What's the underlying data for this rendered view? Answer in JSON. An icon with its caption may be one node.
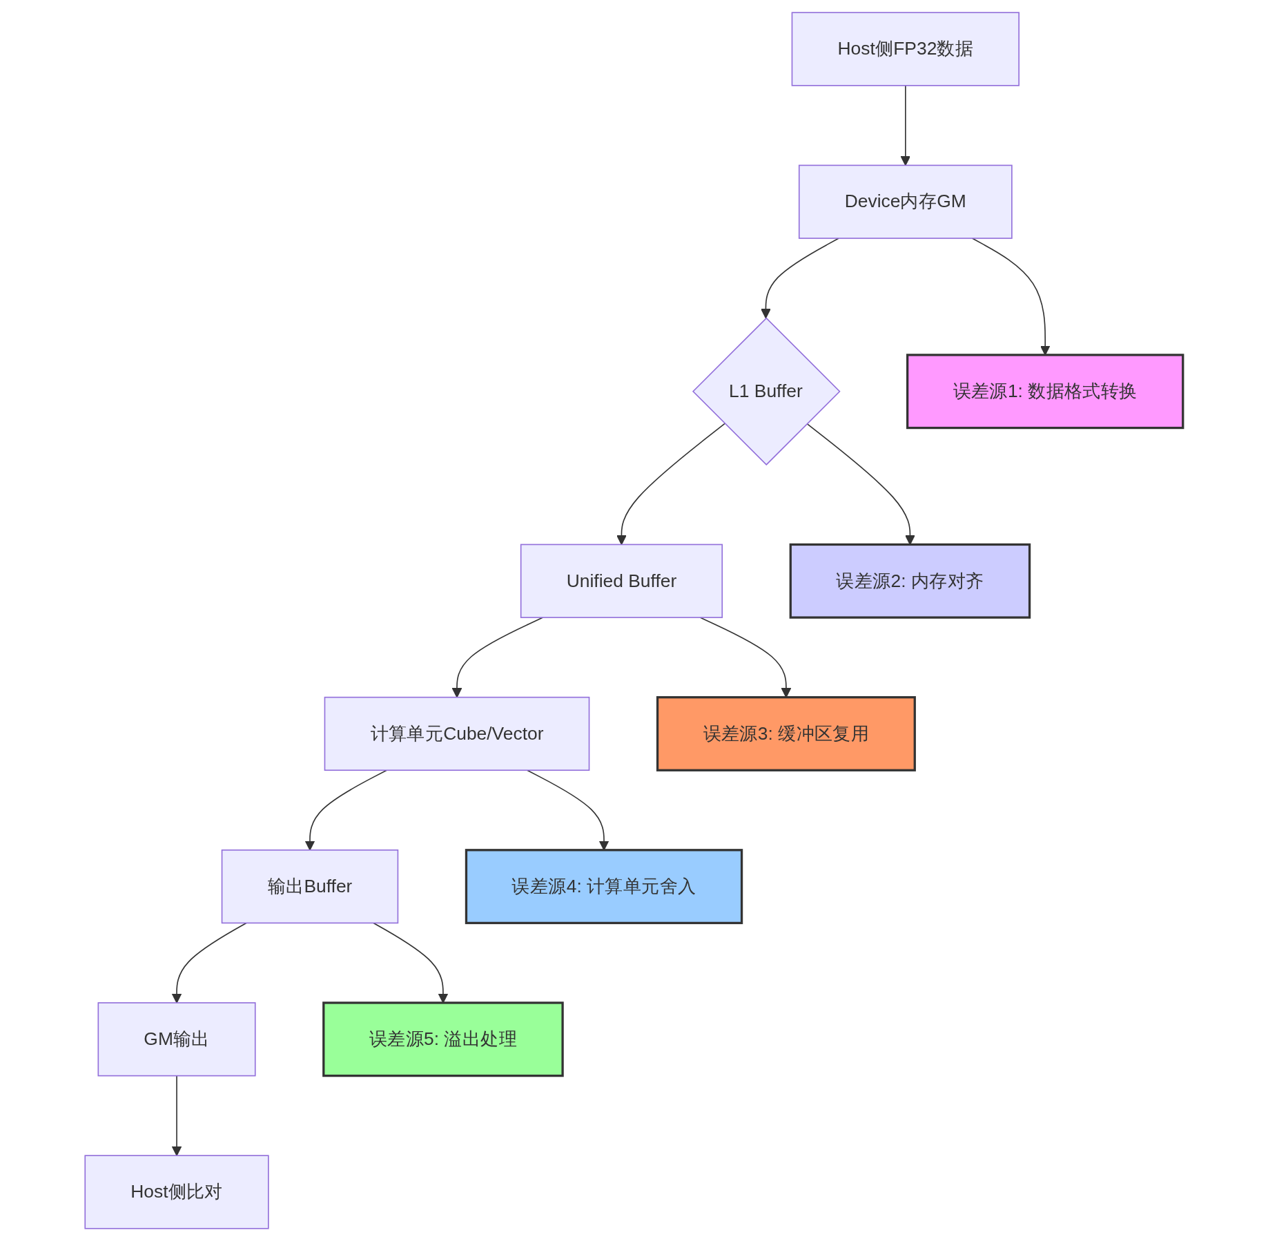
{
  "diagram": {
    "nodes": [
      {
        "text": [
          "Host侧FP32数据"
        ]
      },
      {
        "text": [
          "Device内存GM"
        ]
      },
      {
        "text": [
          "L1 Buffer"
        ]
      },
      {
        "text": [
          "误差源1: 数据格式转换"
        ]
      },
      {
        "text": [
          "Unified Buffer"
        ]
      },
      {
        "text": [
          "误差源2: 内存对齐"
        ]
      },
      {
        "text": [
          "计算单元Cube/Vector"
        ]
      },
      {
        "text": [
          "误差源3: 缓冲区复用"
        ]
      },
      {
        "text": [
          "输出Buffer"
        ]
      },
      {
        "text": [
          "误差源4: 计算单元舍入"
        ]
      },
      {
        "text": [
          "GM输出"
        ]
      },
      {
        "text": [
          "误差源5: 溢出处理"
        ]
      },
      {
        "text": [
          "Host侧比对"
        ]
      }
    ],
    "edges": [
      {
        "from": 0,
        "to": 1,
        "arrow": "to"
      },
      {
        "from": 1,
        "to": 2,
        "arrow": "to"
      },
      {
        "from": 1,
        "to": 3,
        "arrow": "to"
      },
      {
        "from": 2,
        "to": 4,
        "arrow": "to"
      },
      {
        "from": 2,
        "to": 5,
        "arrow": "to"
      },
      {
        "from": 4,
        "to": 6,
        "arrow": "to"
      },
      {
        "from": 4,
        "to": 7,
        "arrow": "to"
      },
      {
        "from": 6,
        "to": 8,
        "arrow": "to"
      },
      {
        "from": 6,
        "to": 9,
        "arrow": "to"
      },
      {
        "from": 8,
        "to": 10,
        "arrow": "to"
      },
      {
        "from": 8,
        "to": 11,
        "arrow": "to"
      },
      {
        "from": 10,
        "to": 12,
        "arrow": "to"
      }
    ]
  }
}
